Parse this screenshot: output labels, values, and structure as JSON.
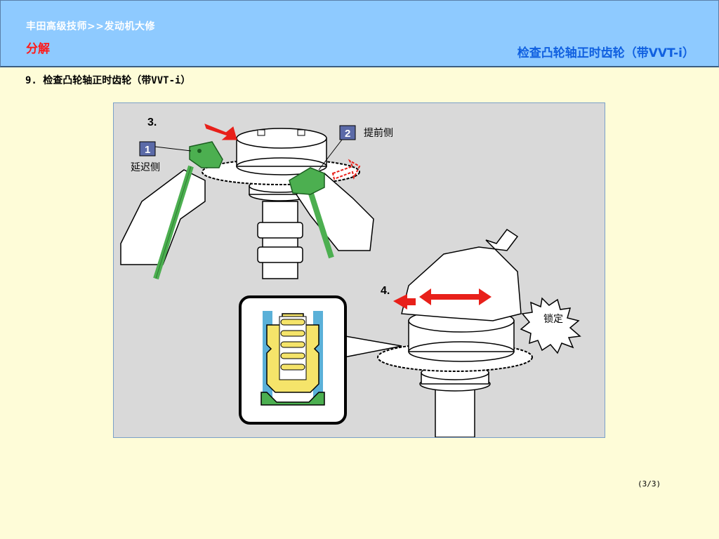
{
  "header": {
    "breadcrumb": "丰田高级技师>>发动机大修",
    "section": "分解",
    "title": "检查凸轮轴正时齿轮（带VVT-i）"
  },
  "content": {
    "step_title": "9. 检查凸轮轴正时齿轮（带VVT-i）",
    "figure": {
      "step3": "3.",
      "step4": "4.",
      "box1": "1",
      "box2": "2",
      "label_retard": "延迟侧",
      "label_advance": "提前侧",
      "label_lock": "锁定"
    }
  },
  "footer": {
    "page": "(3/3)"
  },
  "colors": {
    "header_bg": "#8ecaff",
    "page_bg": "#fefcd8",
    "section_red": "#ff1a1a",
    "title_blue": "#1060e0",
    "tool_green": "#4caf50",
    "arrow_red": "#e8201a"
  }
}
